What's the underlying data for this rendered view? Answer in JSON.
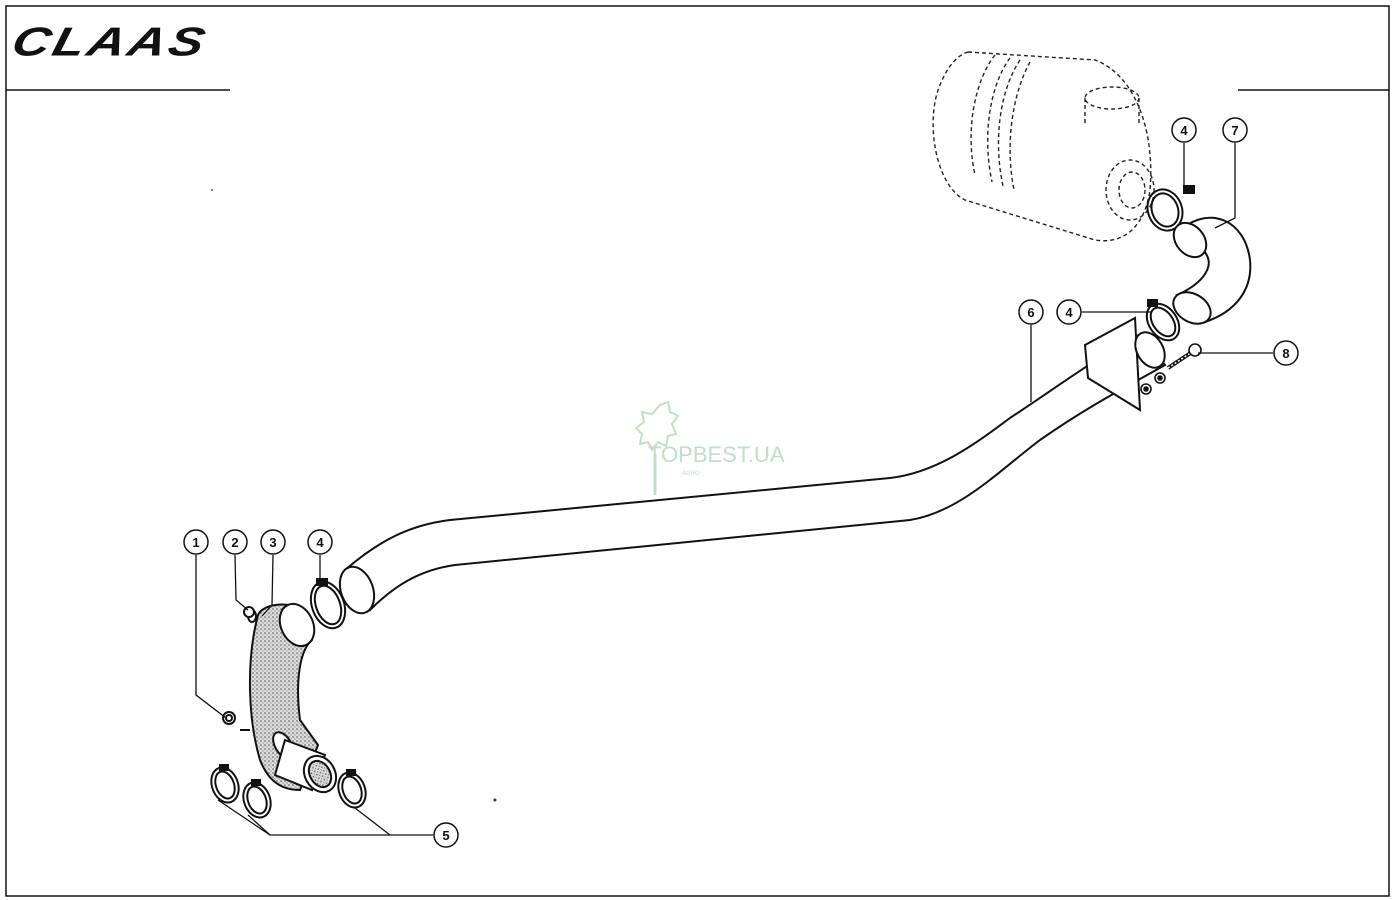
{
  "brand": {
    "logo_text": "CLAAS"
  },
  "watermark": {
    "text": "TOPBEST.UA",
    "sub": "AGRO"
  },
  "callouts": [
    {
      "id": "c1",
      "label": "1"
    },
    {
      "id": "c2",
      "label": "2"
    },
    {
      "id": "c3",
      "label": "3"
    },
    {
      "id": "c4a",
      "label": "4"
    },
    {
      "id": "c5",
      "label": "5"
    },
    {
      "id": "c6",
      "label": "6"
    },
    {
      "id": "c4b",
      "label": "4"
    },
    {
      "id": "c4c",
      "label": "4"
    },
    {
      "id": "c7",
      "label": "7"
    },
    {
      "id": "c8",
      "label": "8"
    }
  ],
  "colors": {
    "ink": "#111111",
    "watermark": "#bfe0c2",
    "paper": "#ffffff"
  }
}
